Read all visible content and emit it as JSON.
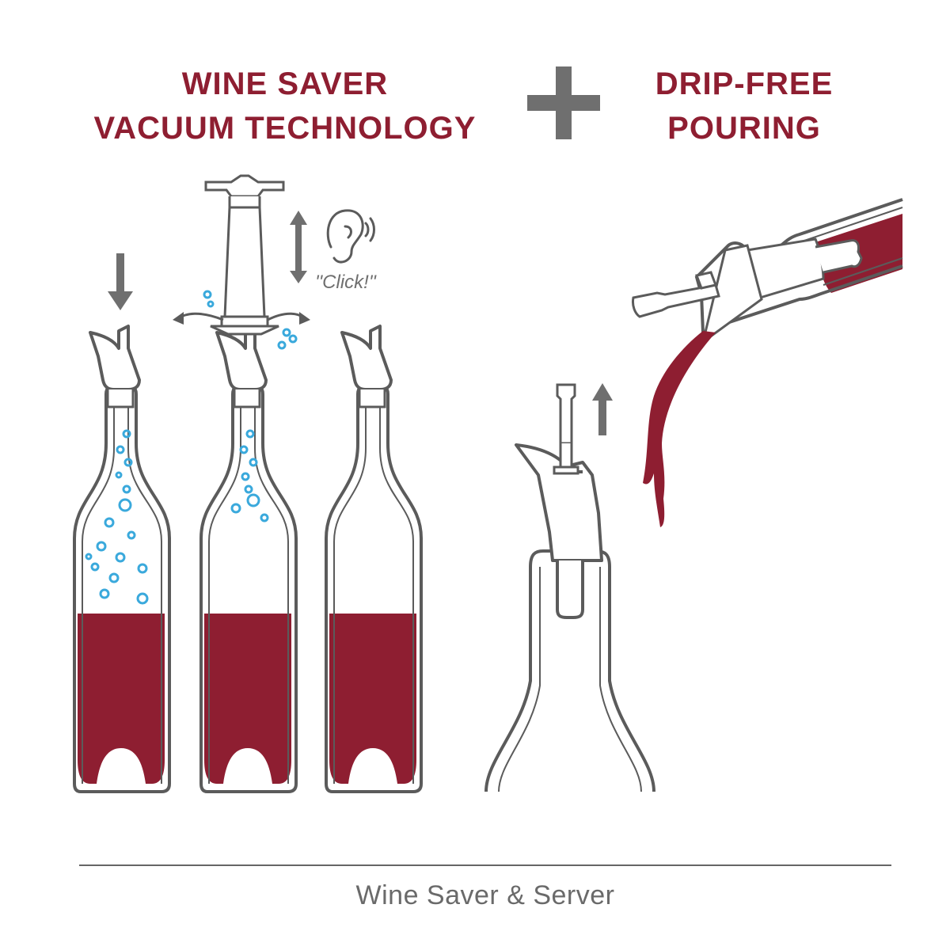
{
  "heading_left": {
    "line1": "WINE SAVER",
    "line2": "VACUUM TECHNOLOGY"
  },
  "heading_right": {
    "line1": "DRIP-FREE",
    "line2": "POURING"
  },
  "click_label": "''Click!''",
  "caption": "Wine Saver & Server",
  "colors": {
    "wine": "#8e1e31",
    "outline": "#5b5b5b",
    "bubble": "#3aa9dc",
    "accent_gray": "#6f6f6f"
  },
  "icons": [
    "plus-icon",
    "ear-icon",
    "sound-wave-icon",
    "down-arrow-icon",
    "up-arrow-icon",
    "double-arrow-icon",
    "curved-arrow-icon"
  ]
}
